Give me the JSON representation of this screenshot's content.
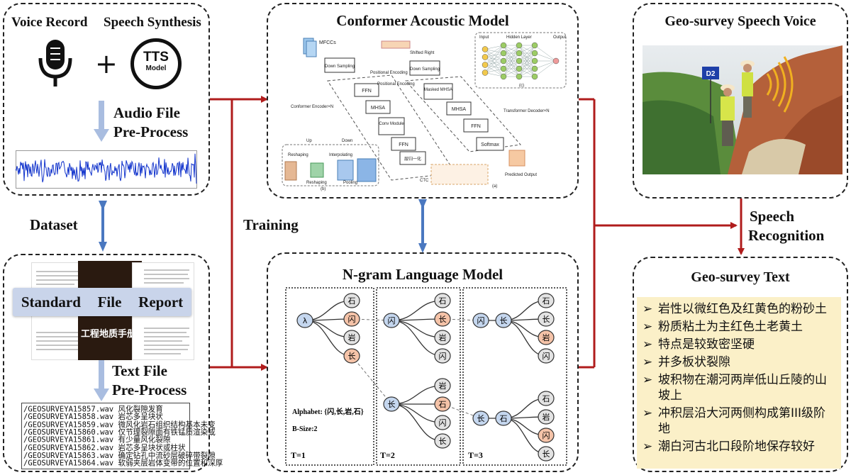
{
  "top_left": {
    "voice_record": "Voice Record",
    "speech_synthesis": "Speech Synthesis",
    "plus": "+",
    "tts_line1": "TTS",
    "tts_line2": "Model",
    "audio_pre_line1": "Audio File",
    "audio_pre_line2": "Pre-Process"
  },
  "dataset_label": "Dataset",
  "training_label": "Training",
  "bottom_left": {
    "handbook_title": "工程地质手册",
    "standard": "Standard",
    "file": "File",
    "report": "Report",
    "text_pre_line1": "Text File",
    "text_pre_line2": "Pre-Process",
    "file_list": [
      "/GEOSURVEYA15857.wav 风化裂隙发育",
      "/GEOSURVEYA15858.wav 岩芯多呈块状",
      "/GEOSURVEYA15859.wav 微风化岩石组织结构基本未变",
      "/GEOSURVEYA15860.wav 仅节理裂隙面有铁锰质渲染或",
      "/GEOSURVEYA15861.wav 有少量风化裂隙",
      "/GEOSURVEYA15862.wav 岩芯多呈块状或柱状",
      "/GEOSURVEYA15863.wav 确定钻孔中流砂层破碎带裂隙",
      "/GEOSURVEYA15864.wav 软弱夹层岩体变带的位置和深厚"
    ]
  },
  "conformer": {
    "title": "Conformer Acoustic Model",
    "mfccs": "MFCCs",
    "down_sampling": "Down Sampling",
    "shifted_right": "Shifted Right",
    "positional_encoding": "Positional Encoding",
    "ffn": "FFN",
    "mhsa": "MHSA",
    "conv_module": "Conv Module",
    "masked_mhsa": "Masked MHSA",
    "softmax": "Softmax",
    "norm": "层归一化",
    "encoder": "Conformer Encoder×N",
    "decoder": "Transformer Decoder×N",
    "predicted_output": "Predicted Output",
    "ctc": "CTC",
    "up": "Up",
    "down": "Down",
    "reshaping": "Reshaping",
    "interpolating": "Interpolating",
    "pooling": "Pooling",
    "input": "Input",
    "hidden_layer": "Hidden Layer",
    "output": "Output",
    "sub_a": "(a)",
    "sub_b": "(b)",
    "sub_c": "(c)"
  },
  "ngram": {
    "title": "N-gram Language Model",
    "alphabet": "Alphabet: {闪,长,岩,石}",
    "bsize": "B-Size:2",
    "t1": "T=1",
    "t2": "T=2",
    "t3": "T=3",
    "lambda": "λ",
    "chars": {
      "shi": "石",
      "shan": "闪",
      "yan": "岩",
      "chang": "长"
    }
  },
  "geo_voice": {
    "title": "Geo-survey Speech Voice",
    "sign": "D2"
  },
  "speech_recognition": {
    "line1": "Speech",
    "line2": "Recognition"
  },
  "geo_text": {
    "title": "Geo-survey Text",
    "items": [
      "岩性以微红色及红黄色的粉砂土",
      "粉质粘土为主红色土老黄土",
      "特点是较致密坚硬",
      "并多板状裂隙",
      "坡积物在潮河两岸低山丘陵的山坡上",
      "冲积层沿大河两侧构成第III级阶地",
      "潮白河古北口段阶地保存较好"
    ]
  },
  "colors": {
    "red_arrow": "#b01c1c",
    "blue_arrow": "#4a78c0",
    "peach": "#f5c3a8",
    "light_blue_node": "#c5d7ef",
    "gray_node": "#e3e3e3",
    "text_bg": "#fbf0c8"
  }
}
